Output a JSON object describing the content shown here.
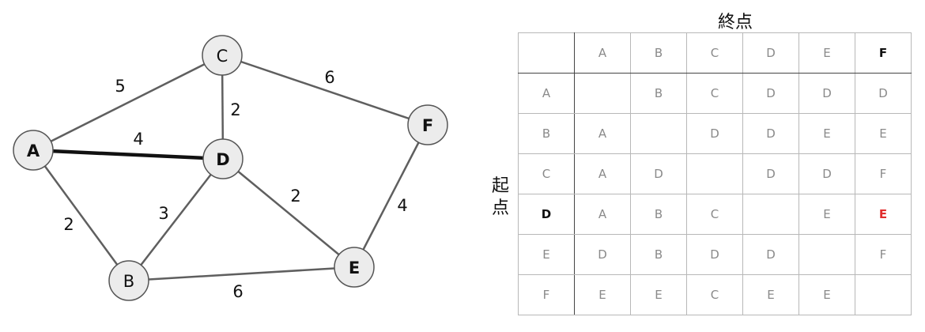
{
  "graph": {
    "nodes": [
      {
        "id": "A",
        "label": "A",
        "style": "bold"
      },
      {
        "id": "B",
        "label": "B",
        "style": "normal"
      },
      {
        "id": "C",
        "label": "C",
        "style": "normal"
      },
      {
        "id": "D",
        "label": "D",
        "style": "bold"
      },
      {
        "id": "E",
        "label": "E",
        "style": "red"
      },
      {
        "id": "F",
        "label": "F",
        "style": "bold"
      }
    ],
    "edges": [
      {
        "from": "A",
        "to": "C",
        "weight": "5"
      },
      {
        "from": "A",
        "to": "D",
        "weight": "4",
        "highlight": true
      },
      {
        "from": "A",
        "to": "B",
        "weight": "2"
      },
      {
        "from": "C",
        "to": "D",
        "weight": "2"
      },
      {
        "from": "C",
        "to": "F",
        "weight": "6"
      },
      {
        "from": "D",
        "to": "B",
        "weight": "3"
      },
      {
        "from": "D",
        "to": "E",
        "weight": "2"
      },
      {
        "from": "F",
        "to": "E",
        "weight": "4"
      },
      {
        "from": "B",
        "to": "E",
        "weight": "6"
      }
    ],
    "colors": {
      "red": "#e02d2d",
      "node_fill": "#ececec"
    }
  },
  "table": {
    "title": "終点",
    "side_label": [
      "起",
      "点"
    ],
    "columns": [
      "A",
      "B",
      "C",
      "D",
      "E",
      "F"
    ],
    "rows": [
      {
        "label": "A",
        "cells": [
          "",
          "B",
          "C",
          "D",
          "D",
          "D"
        ]
      },
      {
        "label": "B",
        "cells": [
          "A",
          "",
          "D",
          "D",
          "E",
          "E"
        ]
      },
      {
        "label": "C",
        "cells": [
          "A",
          "D",
          "",
          "D",
          "D",
          "F"
        ]
      },
      {
        "label": "D",
        "cells": [
          "A",
          "B",
          "C",
          "",
          "E",
          "E"
        ]
      },
      {
        "label": "E",
        "cells": [
          "D",
          "B",
          "D",
          "D",
          "",
          "F"
        ]
      },
      {
        "label": "F",
        "cells": [
          "E",
          "E",
          "C",
          "E",
          "E",
          ""
        ]
      }
    ],
    "highlight": {
      "row": "D",
      "column": "F",
      "cell_row": "D",
      "cell_col": "F"
    }
  }
}
